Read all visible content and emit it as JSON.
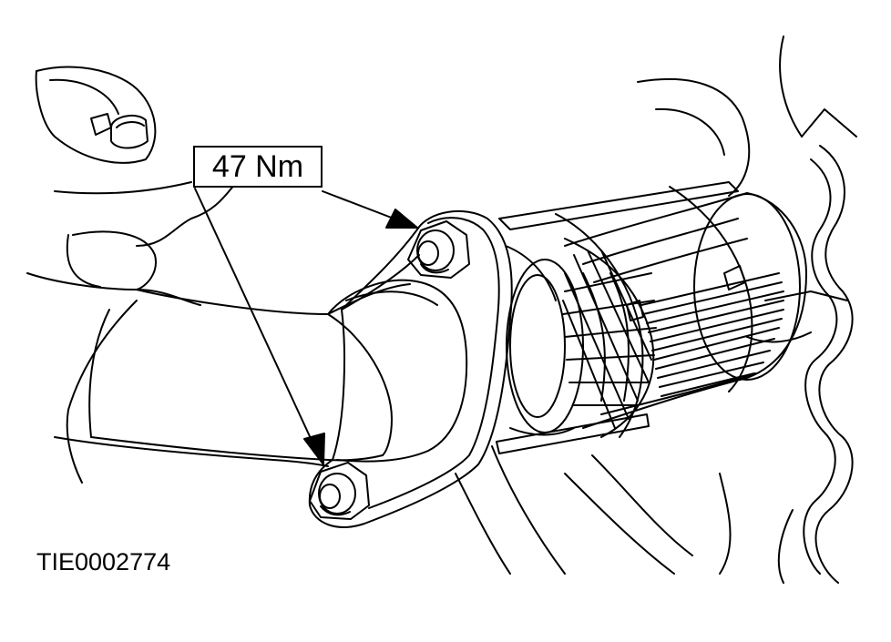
{
  "figure": {
    "torque_label": "47 Nm",
    "figure_id": "TIE0002774",
    "line_color": "#000000",
    "background_color": "#ffffff"
  },
  "parts": [
    {
      "name": "exhaust-pipe"
    },
    {
      "name": "pipe-flange"
    },
    {
      "name": "flange-nut-upper"
    },
    {
      "name": "flange-nut-lower"
    },
    {
      "name": "catalytic-converter"
    },
    {
      "name": "heat-shield"
    },
    {
      "name": "wire-mesh-wrap"
    },
    {
      "name": "cable-tie"
    }
  ]
}
